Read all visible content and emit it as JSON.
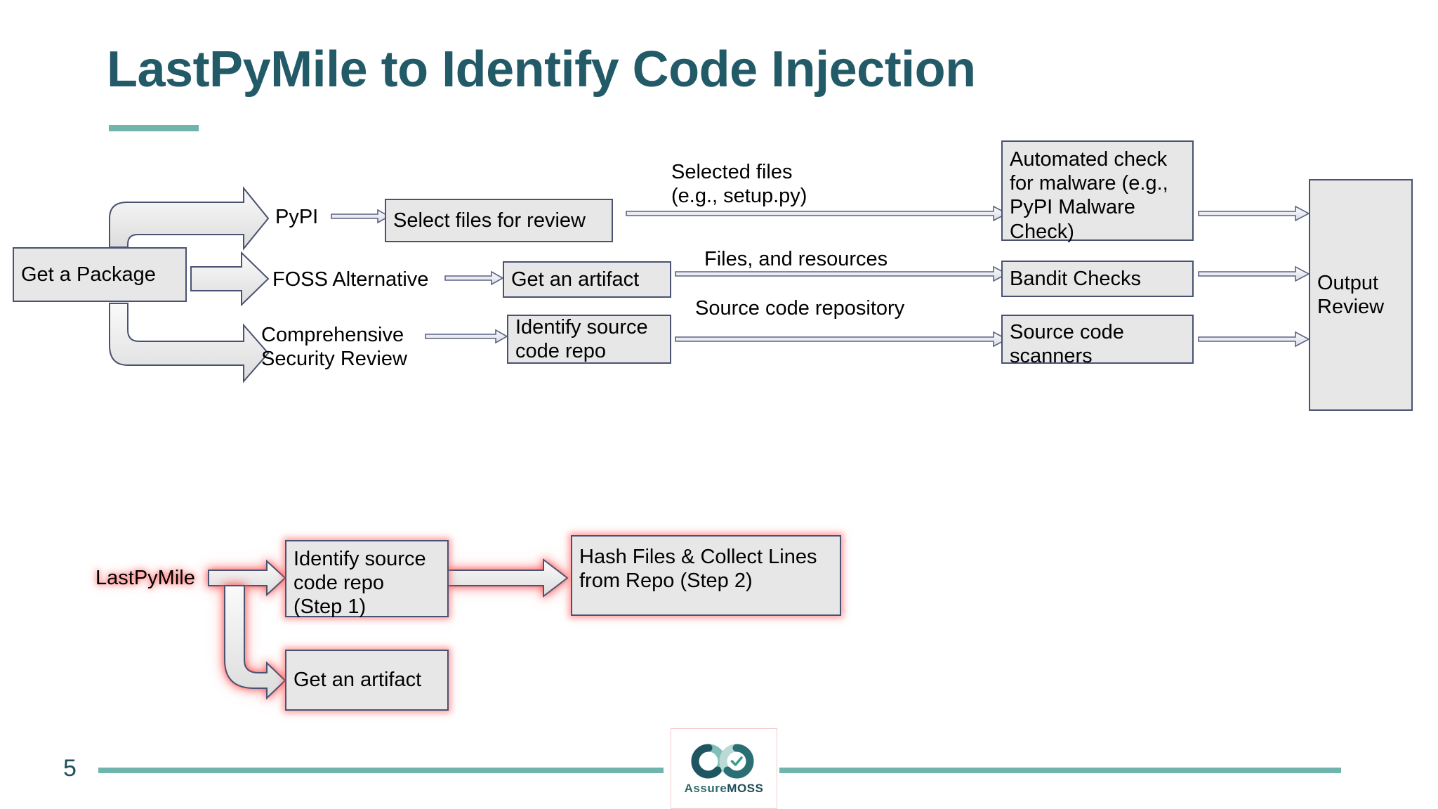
{
  "slide": {
    "title": "LastPyMile to Identify Code Injection",
    "page_number": "5",
    "accent_color": "#6FB5AE",
    "title_color": "#235A68",
    "box_fill": "#E7E7E7",
    "box_border": "#4A5272",
    "glow_color": "#FF4646"
  },
  "top_flow": {
    "source_box": {
      "label": "Get a Package"
    },
    "branches": [
      {
        "name": "pypi",
        "label": "PyPI"
      },
      {
        "name": "foss",
        "label": "FOSS Alternative"
      },
      {
        "name": "comprehensive",
        "label": "Comprehensive\nSecurity Review"
      }
    ],
    "stage2": [
      {
        "name": "select-files",
        "label": "Select files for review"
      },
      {
        "name": "get-artifact",
        "label": "Get an artifact"
      },
      {
        "name": "identify-repo",
        "label": "Identify source\ncode repo"
      }
    ],
    "edge_labels": [
      {
        "name": "selected-files",
        "label": "Selected files\n(e.g., setup.py)"
      },
      {
        "name": "files-and-resources",
        "label": "Files, and resources"
      },
      {
        "name": "source-code-repository",
        "label": "Source code repository"
      }
    ],
    "stage3": [
      {
        "name": "automated-malware-check",
        "label": "Automated check for malware (e.g., PyPI Malware Check)"
      },
      {
        "name": "bandit-checks",
        "label": "Bandit Checks"
      },
      {
        "name": "source-code-scanners",
        "label": "Source code scanners"
      }
    ],
    "output_box": {
      "label": "Output\nReview"
    }
  },
  "bottom_flow": {
    "entry_label": "LastPyMile",
    "step1_box": {
      "label": "Identify source\ncode repo\n(Step 1)"
    },
    "step2_box": {
      "label": "Hash Files & Collect Lines\nfrom Repo (Step 2)"
    },
    "artifact_box": {
      "label": "Get an artifact"
    }
  },
  "footer": {
    "logo_name_part1": "Assure",
    "logo_name_part2": "MOSS"
  }
}
